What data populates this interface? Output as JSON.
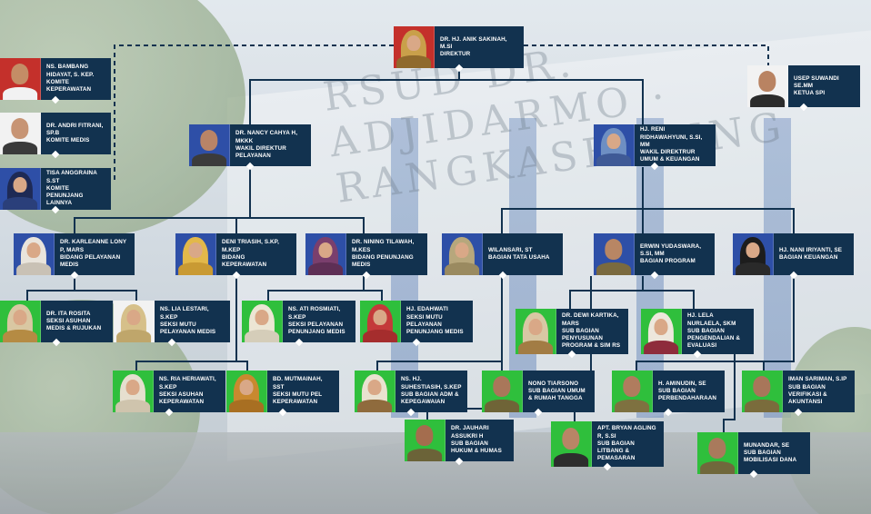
{
  "background": {
    "sign_text": "RSUD DR. ADJIDARMO · RANGKASBITUNG"
  },
  "colors": {
    "card": "#12324f",
    "line": "#12324f"
  },
  "nodes": {
    "direktur": {
      "name": "dr. Hj. ANIK SAKINAH, M.Si",
      "role": "DIREKTUR"
    },
    "spi": {
      "name": "USEP SUWANDI SE.MM",
      "role": "KETUA SPI"
    },
    "komite_keperawatan": {
      "name": "Ns. BAMBANG HIDAYAT, S. Kep.",
      "role": "KOMITE KEPERAWATAN"
    },
    "komite_medis": {
      "name": "dr. Andri Fitrani, Sp.B",
      "role": "KOMITE MEDIS"
    },
    "komite_penunjang": {
      "name": "Tisa Anggraina S.ST",
      "role": "KOMITE PENUNJANG LAINNYA"
    },
    "wadir_pelayanan": {
      "name": "dr. NANCY CAHYA H, MKKK",
      "role": "WAKIL DIREKTUR PELAYANAN"
    },
    "wadir_umum": {
      "name": "Hj. RENI RIDHAWAHYUNI, S.Si, MM",
      "role": "WAKIL DIREKTRUR UMUM & KEUANGAN"
    },
    "bid_pel_medis": {
      "name": "dr. KARLEANNE LONY P, MARS",
      "role": "BIDANG PELAYANAN MEDIS"
    },
    "bid_keperawatan": {
      "name": "DENI TRIASIH, S.Kp, M.Kep",
      "role": "BIDANG KEPERAWATAN"
    },
    "bid_penunjang": {
      "name": "dr. NINING TILAWAH, M.Kes",
      "role": "BIDANG PENUNJANG MEDIS"
    },
    "bag_tata_usaha": {
      "name": "WILANSARI, ST",
      "role": "BAGIAN TATA USAHA"
    },
    "bag_program": {
      "name": "ERWIN YUDASWARA, S.Si, MM",
      "role": "BAGIAN PROGRAM"
    },
    "bag_keuangan": {
      "name": "Hj. NANI IRIYANTI, SE",
      "role": "BAGIAN KEUANGAN"
    },
    "seksi_asuhan_medis": {
      "name": "dr. ITA ROSITA",
      "role": "SEKSI ASUHAN MEDIS & RUJUKAN"
    },
    "seksi_mutu_medis": {
      "name": "Ns. LIA LESTARI, S.Kep",
      "role": "SEKSI MUTU PELAYANAN MEDIS"
    },
    "seksi_pel_penunjang": {
      "name": "Ns. ATI ROSMIATI, S.Kep",
      "role": "SEKSI PELAYANAN PENUNJANG MEDIS"
    },
    "seksi_mutu_penunjang": {
      "name": "Hj. EDAHWATI",
      "role": "SEKSI MUTU PELAYANAN PENUNJANG MEDIS"
    },
    "seksi_asuhan_kep": {
      "name": "Ns. RIA HERIAWATI, S.Kep",
      "role": "SEKSI ASUHAN KEPERAWATAN"
    },
    "seksi_mutu_kep": {
      "name": "Bd. MUTMAINAH, SST",
      "role": "SEKSI MUTU PEL KEPERAWATAN"
    },
    "sub_penyusunan": {
      "name": "Dr. DEWI KARTIKA, MARS",
      "role": "SUB BAGIAN PENYUSUNAN PROGRAM & SIM RS"
    },
    "sub_pengendalian": {
      "name": "Hj. LELA NURLAELA, SKM",
      "role": "SUB BAGIAN PENGENDALIAN & EVALUASI"
    },
    "sub_adm": {
      "name": "Ns. Hj. SUHESTIASIH, S.Kep",
      "role": "SUB BAGIAN ADM & KEPEGAWAIAN"
    },
    "sub_umum": {
      "name": "NONO TIARSONO",
      "role": "SUB BAGIAN UMUM & RUMAH TANGGA"
    },
    "sub_perbendaharaan": {
      "name": "H. AMINUDIN, SE",
      "role": "SUB BAGIAN PERBENDAHARAAN"
    },
    "sub_verifikasi": {
      "name": "IMAN SARIMAN, S.IP",
      "role": "SUB BAGIAN VERIFIKASI & AKUNTANSI"
    },
    "sub_hukum": {
      "name": "dr. JAUHARI ASSUKRI H",
      "role": "SUB BAGIAN HUKUM & HUMAS"
    },
    "sub_litbang": {
      "name": "Apt. BRYAN AGLING R, S.Si",
      "role": "SUB BAGIAN LITBANG & PEMASARAN"
    },
    "sub_mobilisasi": {
      "name": "MUNANDAR, SE",
      "role": "SUB BAGIAN MOBILISASI DANA"
    }
  }
}
